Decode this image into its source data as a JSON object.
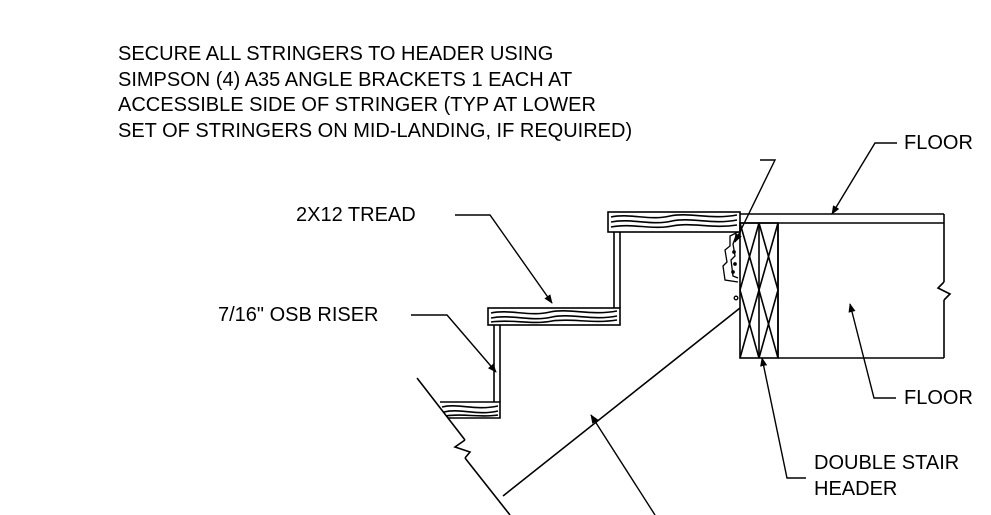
{
  "general_note": {
    "lines": [
      "SECURE ALL STRINGERS TO HEADER USING",
      "SIMPSON (4) A35 ANGLE BRACKETS 1 EACH AT",
      "ACCESSIBLE SIDE OF STRINGER (TYP AT LOWER",
      "SET OF STRINGERS ON MID-LANDING, IF REQUIRED)"
    ]
  },
  "callouts": {
    "floor_top": "FLOOR",
    "floor_joist": "FLOOR",
    "tread": "2X12 TREAD",
    "riser": "7/16\" OSB RISER",
    "header_line1": "DOUBLE STAIR",
    "header_line2": "HEADER"
  }
}
